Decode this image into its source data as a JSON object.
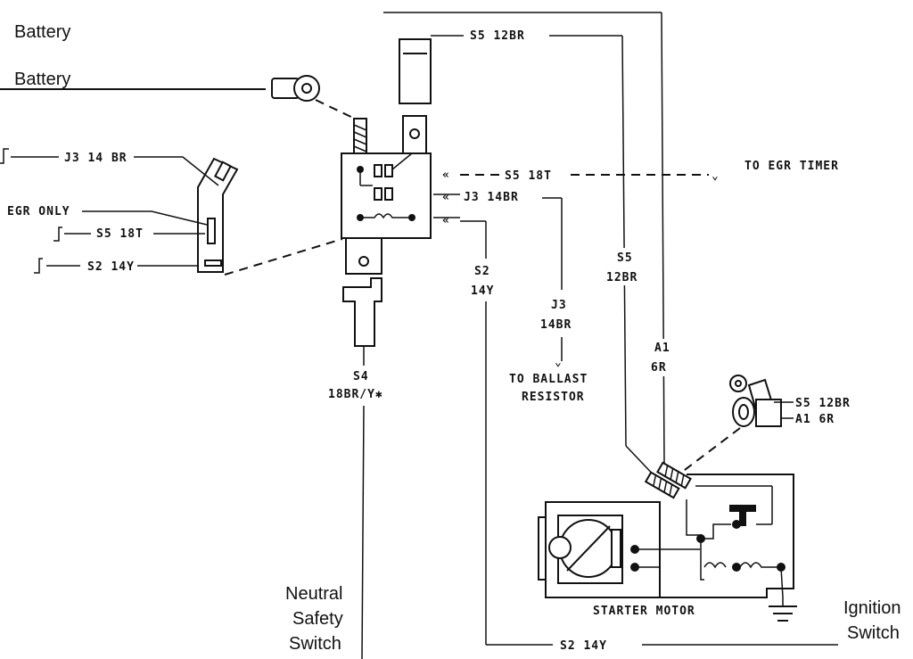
{
  "labels": {
    "battery_1": "Battery",
    "battery_2": "Battery",
    "ignition_switch_line1": "Ignition",
    "ignition_switch_line2": "Switch",
    "neutral_line1": "Neutral",
    "neutral_line2": "Safety",
    "neutral_line3": "Switch",
    "j3_connector": "J3 14 BR",
    "egr_only": "EGR ONLY",
    "s5_connector": "S5 18T",
    "s2_connector": "S2 14Y",
    "s5_top": "S5  12BR",
    "s5_18t": "S5  18T",
    "to_egr_timer": "TO EGR TIMER",
    "j3_14br": "J3  14BR",
    "s2_vertical_1": "S2",
    "s2_vertical_2": "14Y",
    "j3_vertical_1": "J3",
    "j3_vertical_2": "14BR",
    "to_ballast_1": "TO BALLAST",
    "to_ballast_2": "RESISTOR",
    "s5_vertical_1": "S5",
    "s5_vertical_2": "12BR",
    "a1_vertical_1": "A1",
    "a1_vertical_2": "6R",
    "s4_1": "S4",
    "s4_2": "18BR/Y✱",
    "terminal_s5": "S5  12BR",
    "terminal_a1": "A1  6R",
    "starter_motor": "STARTER MOTOR",
    "s2_bottom": "S2  14Y"
  }
}
